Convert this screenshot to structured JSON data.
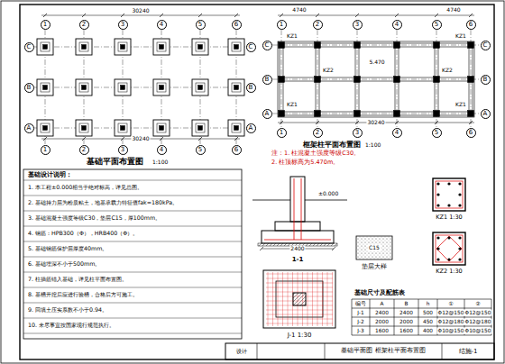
{
  "diagram": {
    "nodes": [
      {
        "text": [
          "1"
        ]
      },
      {
        "text": [
          "2"
        ]
      },
      {
        "text": [
          "3"
        ]
      },
      {
        "text": [
          "4"
        ]
      },
      {
        "text": [
          "5"
        ]
      },
      {
        "text": [
          "6"
        ]
      },
      {
        "text": [
          "C"
        ]
      },
      {
        "text": [
          "B"
        ]
      },
      {
        "text": [
          "A"
        ]
      },
      {
        "text": [
          "C"
        ]
      },
      {
        "text": [
          "B"
        ]
      },
      {
        "text": [
          "A"
        ]
      },
      {
        "text": [
          "1"
        ]
      },
      {
        "text": [
          "2"
        ]
      },
      {
        "text": [
          "3"
        ]
      },
      {
        "text": [
          "4"
        ]
      },
      {
        "text": [
          "5"
        ]
      },
      {
        "text": [
          "6"
        ]
      },
      {
        "text": [
          "1"
        ]
      },
      {
        "text": [
          "2"
        ]
      },
      {
        "text": [
          "3"
        ]
      },
      {
        "text": [
          "4"
        ]
      },
      {
        "text": [
          "5"
        ]
      },
      {
        "text": [
          "6"
        ]
      },
      {
        "text": [
          "C"
        ]
      },
      {
        "text": [
          "B"
        ]
      },
      {
        "text": [
          "A"
        ]
      },
      {
        "text": [
          "C"
        ]
      },
      {
        "text": [
          "B"
        ]
      },
      {
        "text": [
          "A"
        ]
      },
      {
        "text": [
          "1"
        ]
      },
      {
        "text": [
          "2"
        ]
      },
      {
        "text": [
          "3"
        ]
      },
      {
        "text": [
          "4"
        ]
      },
      {
        "text": [
          "5"
        ]
      },
      {
        "text": [
          "6"
        ]
      }
    ],
    "labels": [
      "基础平面布置图",
      "1:100",
      "框架柱平面布置图",
      "1:100",
      "30240",
      "30240",
      "4740",
      "4740",
      "30240",
      "KZ1",
      "KZ1",
      "KZ1",
      "KZ1",
      "KZ2",
      "KZ2",
      "5.470",
      "注：1. 柱混凝土强度等级C30。",
      "2. 柱顶标高为5.470m。",
      "基础设计说明：",
      "1. 本工程±0.000相当于绝对标高，详见总图。",
      "2. 基础持力层为粉质粘土，地基承载力特征值fak=180kPa。",
      "3. 基础混凝土强度等级C30，垫层C15，厚100mm。",
      "4. 钢筋：HPB300（Φ），HRB400（Φ）。",
      "5. 基础钢筋保护层厚度40mm。",
      "6. 基础埋深不小于500mm。",
      "7. 柱插筋锚入基础，详见柱平面布置图。",
      "8. 基槽开挖后应进行验槽，合格后方可施工。",
      "9. 回填土压实系数不小于0.94。",
      "10. 未尽事宜按国家现行规范执行。",
      "1-1",
      "±0.000",
      "2400",
      "J-1 1:30",
      "垫层大样",
      "C15",
      "KZ1 1:30",
      "KZ2 1:30",
      "基础尺寸及配筋表",
      "编号",
      "A",
      "B",
      "h",
      "①",
      "②",
      "J-1",
      "2400",
      "2400",
      "500",
      "Φ12@150",
      "Φ12@150",
      "J-2",
      "2000",
      "2000",
      "450",
      "Φ12@180",
      "Φ12@180",
      "J-3",
      "1600",
      "1600",
      "400",
      "Φ10@150",
      "Φ10@150",
      "基础平面图 框架柱平面布置图",
      "结施-1",
      "设计"
    ]
  }
}
